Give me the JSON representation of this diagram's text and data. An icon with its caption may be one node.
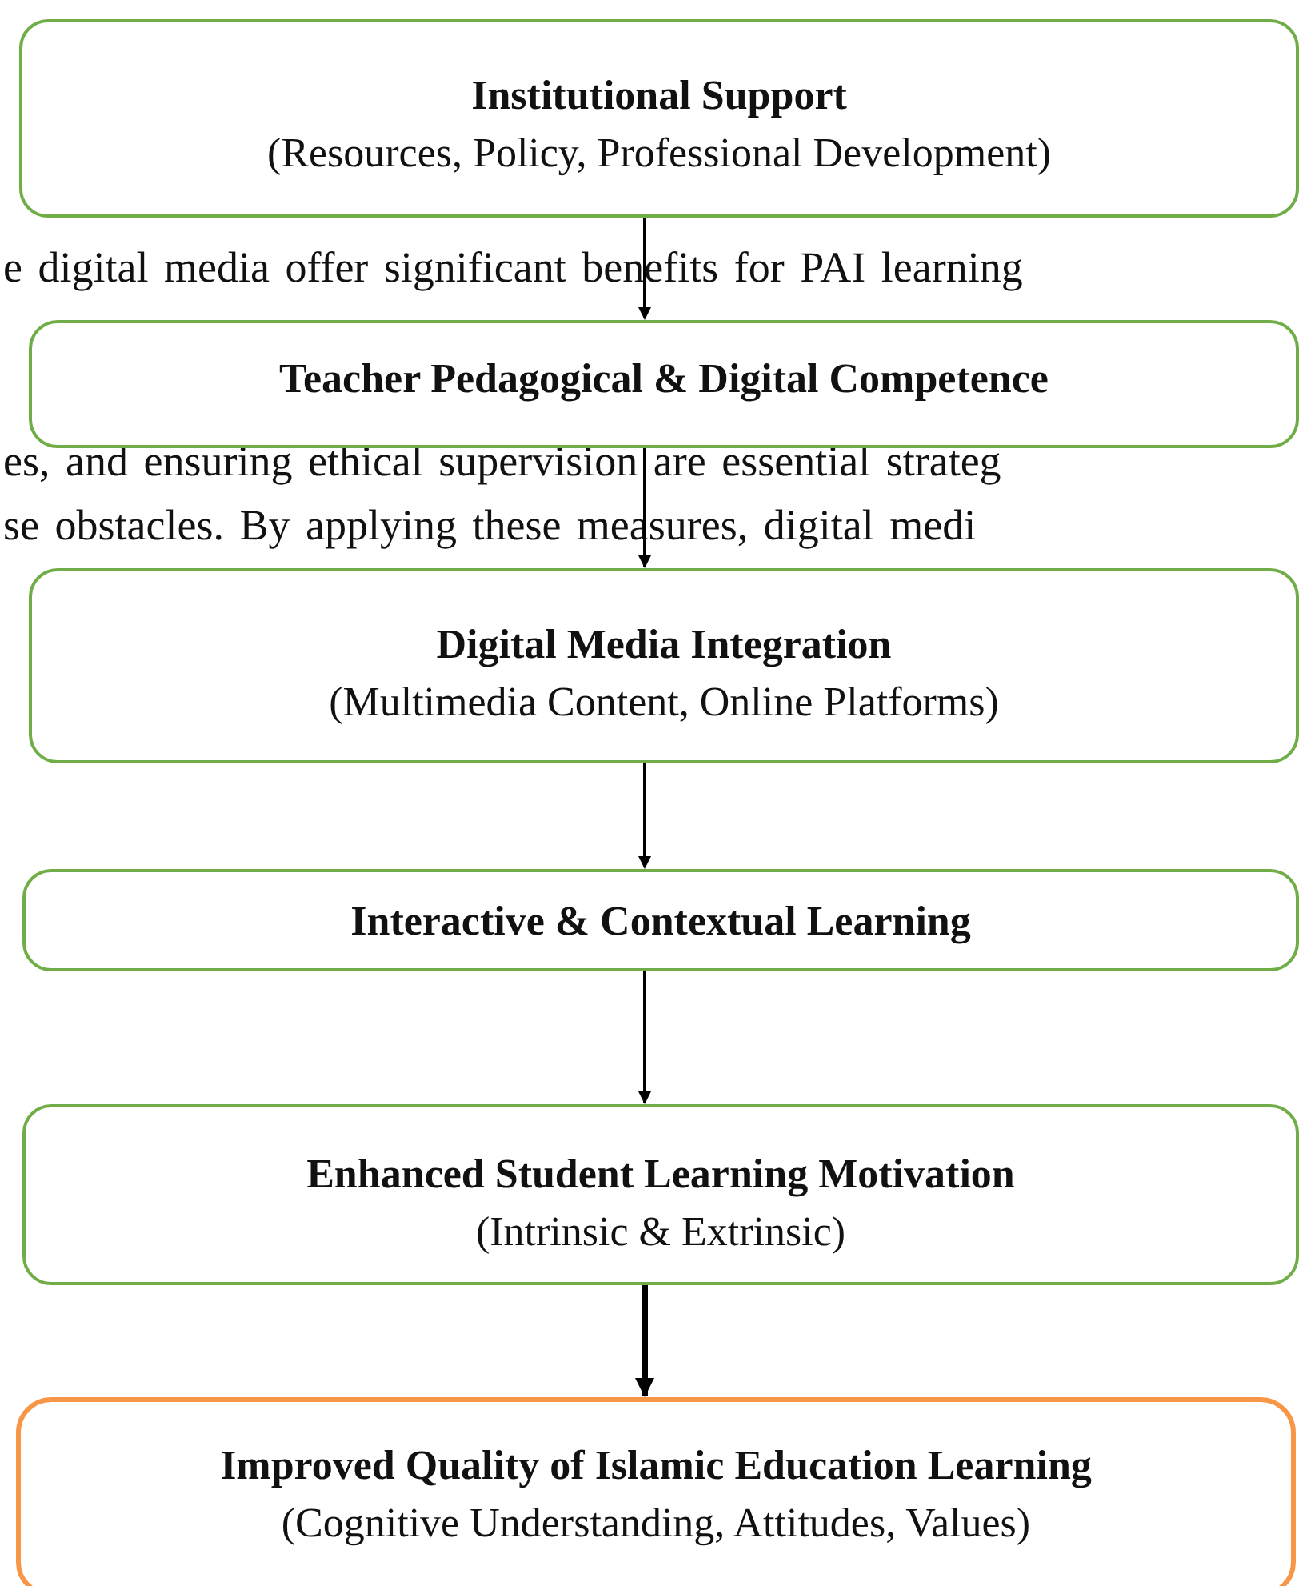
{
  "diagram": {
    "nodes": [
      {
        "text": [
          "Institutional Support",
          "(Resources, Policy, Professional Development)"
        ]
      },
      {
        "text": [
          "Teacher Pedagogical & Digital Competence"
        ]
      },
      {
        "text": [
          "Digital Media Integration",
          "(Multimedia Content, Online Platforms)"
        ]
      },
      {
        "text": [
          "Interactive & Contextual Learning"
        ]
      },
      {
        "text": [
          "Enhanced Student Learning Motivation",
          "(Intrinsic & Extrinsic)"
        ]
      },
      {
        "text": [
          "Improved Quality of Islamic Education Learning",
          "(Cognitive Understanding, Attitudes, Values)"
        ]
      }
    ],
    "edges": [
      {
        "from": 0,
        "to": 1,
        "arrow": "to"
      },
      {
        "from": 1,
        "to": 2,
        "arrow": "to"
      },
      {
        "from": 2,
        "to": 3,
        "arrow": "to"
      },
      {
        "from": 3,
        "to": 4,
        "arrow": "to"
      },
      {
        "from": 4,
        "to": 5,
        "arrow": "to",
        "style": "thick"
      }
    ],
    "labels": [
      "e digital media offer significant benefits for PAI learning",
      "es, and ensuring ethical supervision are essential strateg",
      "se obstacles. By applying these measures, digital medi"
    ]
  }
}
